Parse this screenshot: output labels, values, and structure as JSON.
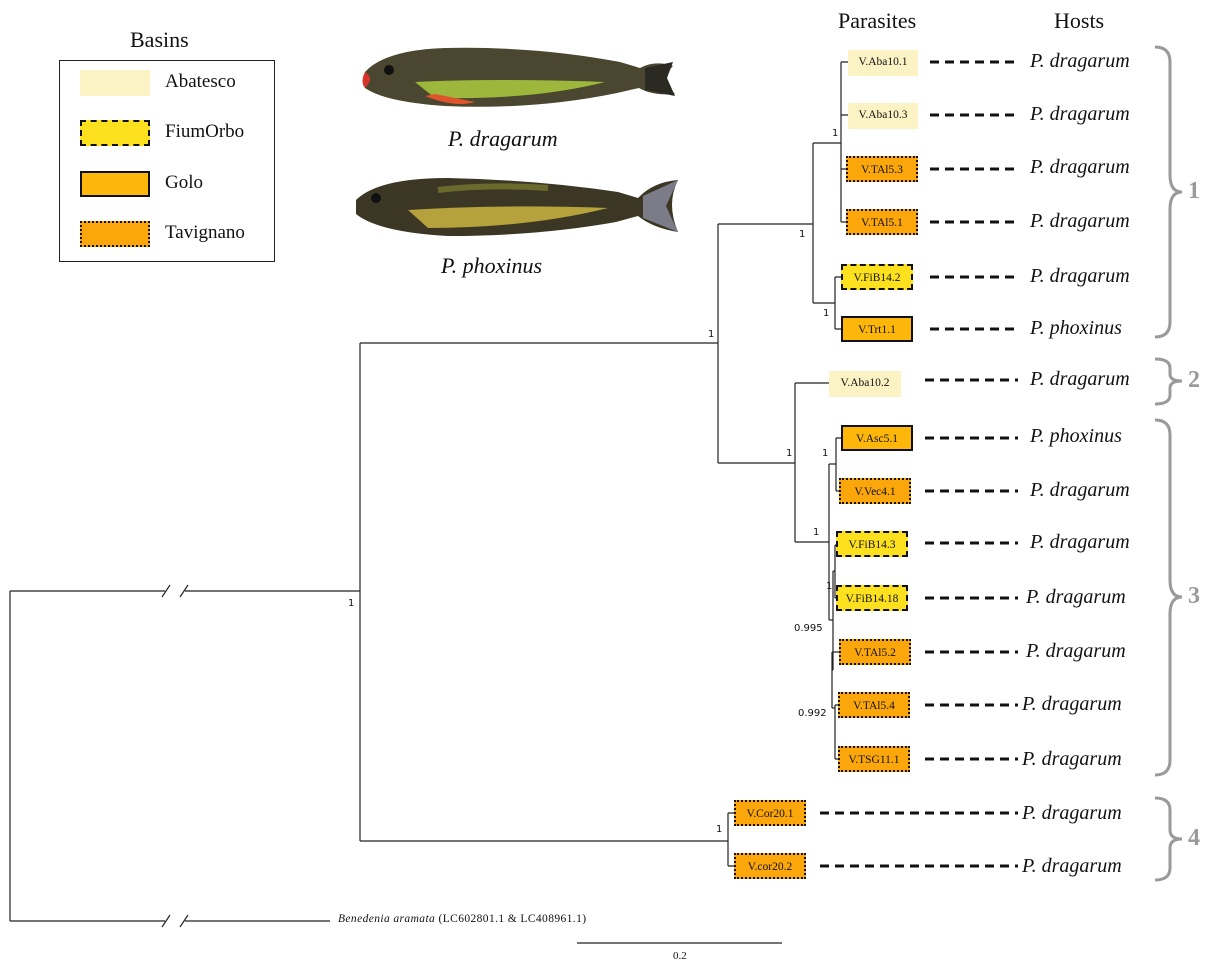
{
  "legend": {
    "title": "Basins",
    "items": [
      {
        "label": "Abatesco",
        "fill": "#fbf3c4",
        "border": "none"
      },
      {
        "label": "FiumOrbo",
        "fill": "#fde11f",
        "border": "dashed"
      },
      {
        "label": "Golo",
        "fill": "#fdb60a",
        "border": "solid"
      },
      {
        "label": "Tavignano",
        "fill": "#fba60a",
        "border": "dotted"
      }
    ]
  },
  "hosts_pictured": [
    {
      "caption": "P. dragarum"
    },
    {
      "caption": "P. phoxinus"
    }
  ],
  "headers": {
    "parasites": "Parasites",
    "hosts": "Hosts"
  },
  "tips": [
    {
      "id": "V.Aba10.1",
      "basin": "Abatesco",
      "host": "P. dragarum"
    },
    {
      "id": "V.Aba10.3",
      "basin": "Abatesco",
      "host": "P. dragarum"
    },
    {
      "id": "V.TAl5.3",
      "basin": "Tavignano",
      "host": "P. dragarum"
    },
    {
      "id": "V.TAl5.1",
      "basin": "Tavignano",
      "host": "P. dragarum"
    },
    {
      "id": "V.FiB14.2",
      "basin": "FiumOrbo",
      "host": "P. dragarum"
    },
    {
      "id": "V.Trt1.1",
      "basin": "Golo",
      "host": "P. phoxinus"
    },
    {
      "id": "V.Aba10.2",
      "basin": "Abatesco",
      "host": "P. dragarum"
    },
    {
      "id": "V.Asc5.1",
      "basin": "Golo",
      "host": "P. phoxinus"
    },
    {
      "id": "V.Vec4.1",
      "basin": "Tavignano",
      "host": "P. dragarum"
    },
    {
      "id": "V.FiB14.3",
      "basin": "FiumOrbo",
      "host": "P. dragarum"
    },
    {
      "id": "V.FiB14.18",
      "basin": "FiumOrbo",
      "host": "P. dragarum"
    },
    {
      "id": "V.TAl5.2",
      "basin": "Tavignano",
      "host": "P. dragarum"
    },
    {
      "id": "V.TAl5.4",
      "basin": "Tavignano",
      "host": "P. dragarum"
    },
    {
      "id": "V.TSG11.1",
      "basin": "Tavignano",
      "host": "P. dragarum"
    },
    {
      "id": "V.Cor20.1",
      "basin": "Tavignano",
      "host": "P. dragarum"
    },
    {
      "id": "V.cor20.2",
      "basin": "Tavignano",
      "host": "P. dragarum"
    }
  ],
  "clades": [
    "1",
    "2",
    "3",
    "4"
  ],
  "support_values": [
    "1",
    "1",
    "1",
    "1",
    "1",
    "1",
    "1",
    "1",
    "0.995",
    "0.992",
    "1",
    "1"
  ],
  "outgroup": {
    "species": "Benedenia aramata",
    "accessions": "(LC602801.1 & LC408961.1)"
  },
  "scale_bar": {
    "label": "0.2"
  }
}
